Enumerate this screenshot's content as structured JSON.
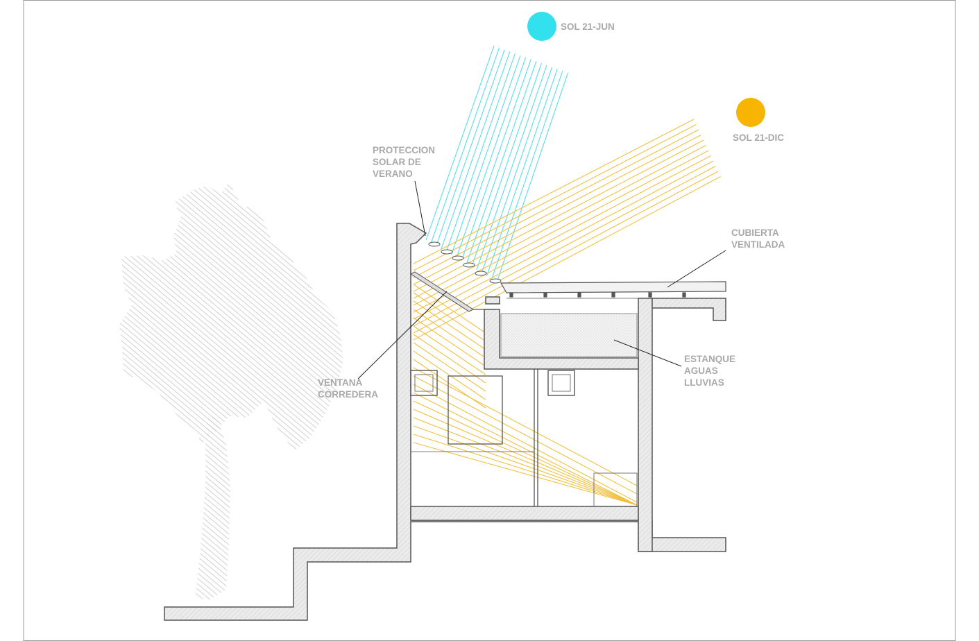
{
  "labels": {
    "sun_summer": "SOL 21-JUN",
    "sun_winter": "SOL 21-DIC",
    "shade": [
      "PROTECCION",
      "SOLAR DE",
      "VERANO"
    ],
    "roof": [
      "CUBIERTA",
      "VENTILADA"
    ],
    "tank": [
      "ESTANQUE",
      "AGUAS",
      "LLUVIAS"
    ],
    "window": [
      "VENTANA",
      "CORREDERA"
    ]
  },
  "colors": {
    "summer_sun": "#33e0ee",
    "winter_sun": "#f7b400",
    "summer_rays": "#55dde8",
    "winter_rays": "#f0c040",
    "wall_fill": "#e6e6e6",
    "line": "#555555",
    "label": "#a9a9a9",
    "tree_hatch": "#b9b9b9"
  }
}
